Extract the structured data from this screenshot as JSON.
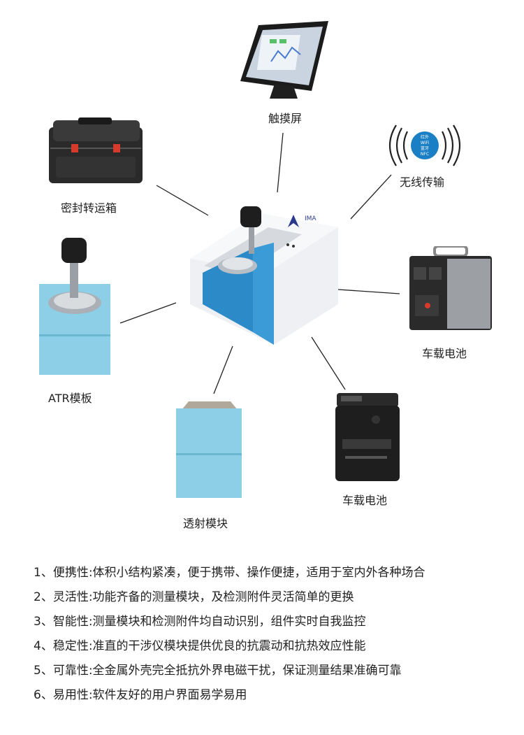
{
  "diagram": {
    "nodes": {
      "touchscreen": "触摸屏",
      "wireless": "无线传输",
      "case": "密封转运箱",
      "battery_right": "车载电池",
      "atr": "ATR模板",
      "transmission": "透射模块",
      "battery_bottom": "车载电池"
    },
    "wireless_icon_text": [
      "红外",
      "WiFi",
      "蓝牙",
      "NFC"
    ]
  },
  "features": [
    "1、便携性:体积小结构紧凑，便于携带、操作便捷，适用于室内外各种场合",
    "2、灵活性:功能齐备的测量模块，及检测附件灵活简单的更换",
    "3、智能性:测量模块和检测附件均自动识别，组件实时自我监控",
    "4、稳定性:准直的干涉仪模块提供优良的抗震动和抗热效应性能",
    "5、可靠性:全金属外壳完全抵抗外界电磁干扰，保证测量结果准确可靠",
    "6、易用性:软件友好的用户界面易学易用"
  ]
}
